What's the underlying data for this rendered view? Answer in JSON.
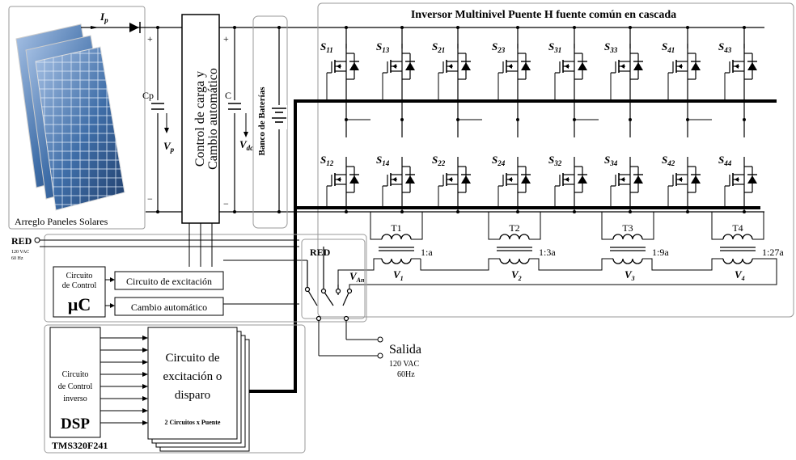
{
  "inverter_title": "Inversor Multinivel Puente H fuente común en cascada",
  "solar": {
    "label": "Arreglo Paneles Solares",
    "current": "I",
    "current_sub": "p"
  },
  "cp": {
    "name": "Cp",
    "voltage": "V",
    "voltage_sub": "p",
    "plus": "+",
    "minus": "−"
  },
  "charge_ctrl": {
    "line1": "Control de carga y",
    "line2": "Cambio automático"
  },
  "c_bus": {
    "name": "C",
    "voltage": "V",
    "voltage_sub": "dc",
    "plus": "+",
    "minus": "−"
  },
  "battery_bank": "Banco de Baterías",
  "switches_top": [
    {
      "s": "S",
      "n": "11"
    },
    {
      "s": "S",
      "n": "13"
    },
    {
      "s": "S",
      "n": "21"
    },
    {
      "s": "S",
      "n": "23"
    },
    {
      "s": "S",
      "n": "31"
    },
    {
      "s": "S",
      "n": "33"
    },
    {
      "s": "S",
      "n": "41"
    },
    {
      "s": "S",
      "n": "43"
    }
  ],
  "switches_bottom": [
    {
      "s": "S",
      "n": "12"
    },
    {
      "s": "S",
      "n": "14"
    },
    {
      "s": "S",
      "n": "22"
    },
    {
      "s": "S",
      "n": "24"
    },
    {
      "s": "S",
      "n": "32"
    },
    {
      "s": "S",
      "n": "34"
    },
    {
      "s": "S",
      "n": "42"
    },
    {
      "s": "S",
      "n": "44"
    }
  ],
  "transformers": [
    {
      "name": "T1",
      "ratio": "1:a",
      "v": "V",
      "vsub": "1"
    },
    {
      "name": "T2",
      "ratio": "1:3a",
      "v": "V",
      "vsub": "2"
    },
    {
      "name": "T3",
      "ratio": "1:9a",
      "v": "V",
      "vsub": "3"
    },
    {
      "name": "T4",
      "ratio": "1:27a",
      "v": "V",
      "vsub": "4"
    }
  ],
  "grid": {
    "label": "RED",
    "spec1": "120 VAC",
    "spec2": "60 Hz"
  },
  "relay": {
    "label": "RED",
    "van": "V",
    "van_sub": "An"
  },
  "micro": {
    "ctrl1": "Circuito",
    "ctrl2": "de Control",
    "mu": "µC",
    "exc": "Circuito de excitación",
    "auto": "Cambio automático"
  },
  "dsp": {
    "ctrl1": "Circuito",
    "ctrl2": "de Control",
    "ctrl3": "inverso",
    "name": "DSP",
    "chip": "TMS320F241"
  },
  "gate_driver": {
    "line1": "Circuito de",
    "line2": "excitación o",
    "line3": "disparo",
    "note": "2 Circuitos x Puente"
  },
  "output": {
    "label": "Salida",
    "spec1": "120 VAC",
    "spec2": "60Hz"
  }
}
